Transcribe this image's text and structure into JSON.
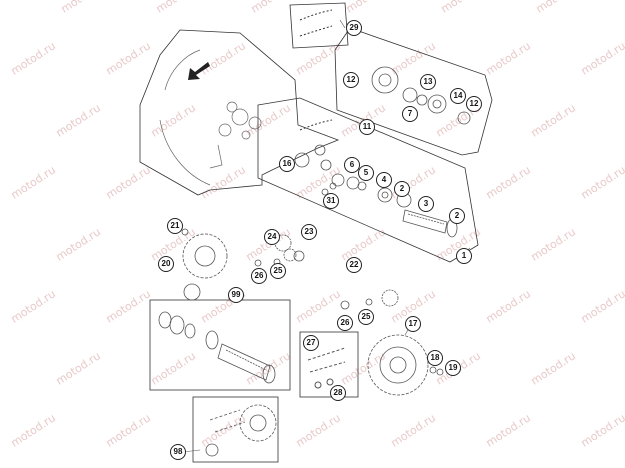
{
  "watermark": {
    "text": "motod.ru"
  },
  "callouts": [
    {
      "label": "29"
    },
    {
      "label": "12"
    },
    {
      "label": "13"
    },
    {
      "label": "14"
    },
    {
      "label": "12"
    },
    {
      "label": "7"
    },
    {
      "label": "11"
    },
    {
      "label": "16"
    },
    {
      "label": "6"
    },
    {
      "label": "5"
    },
    {
      "label": "4"
    },
    {
      "label": "2"
    },
    {
      "label": "31"
    },
    {
      "label": "3"
    },
    {
      "label": "2"
    },
    {
      "label": "1"
    },
    {
      "label": "21"
    },
    {
      "label": "24"
    },
    {
      "label": "23"
    },
    {
      "label": "20"
    },
    {
      "label": "26"
    },
    {
      "label": "25"
    },
    {
      "label": "22"
    },
    {
      "label": "99"
    },
    {
      "label": "26"
    },
    {
      "label": "25"
    },
    {
      "label": "17"
    },
    {
      "label": "27"
    },
    {
      "label": "18"
    },
    {
      "label": "19"
    },
    {
      "label": "28"
    },
    {
      "label": "98"
    }
  ],
  "colors": {
    "line": "#333333",
    "detail": "#888888",
    "watermark": "#e9c9c9"
  },
  "icons": {
    "direction": "arrow-icon"
  }
}
